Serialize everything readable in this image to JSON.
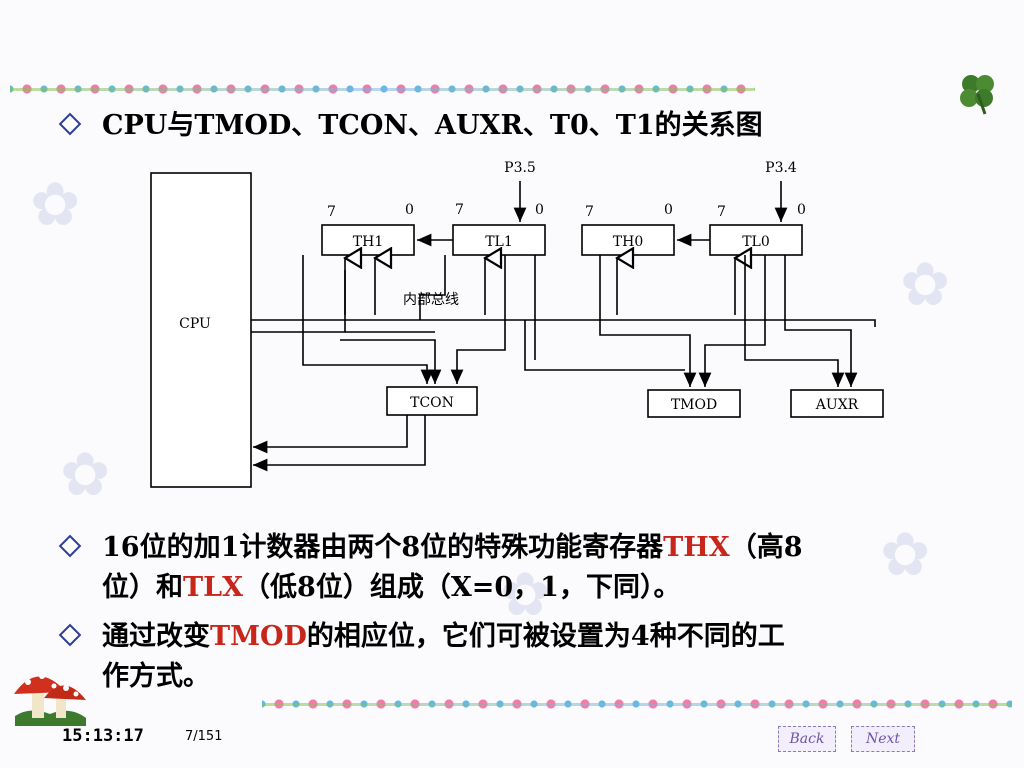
{
  "title": "CPU与TMOD、TCON、AUXR、T0、T1的关系图",
  "diagram": {
    "cpu": "CPU",
    "th1": "TH1",
    "tl1": "TL1",
    "th0": "TH0",
    "tl0": "TL0",
    "tcon": "TCON",
    "tmod": "TMOD",
    "auxr": "AUXR",
    "bus_label": "内部总线",
    "p35": "P3.5",
    "p34": "P3.4",
    "bit_hi": "7",
    "bit_lo": "0"
  },
  "para1": {
    "part1": "16位的加1计数器由两个8位的特殊功能寄存器",
    "thx": "THX",
    "part2": "（高8",
    "part3": "位）和",
    "tlx": "TLX",
    "part4": "（低8位）组成（X=0，1，下同）。"
  },
  "para2": {
    "part1": "通过改变",
    "tmod": "TMOD",
    "part2": "的相应位，它们可被设置为4种不同的工",
    "part3": "作方式。"
  },
  "footer": {
    "time": "15:13:17",
    "page": "7/151",
    "back_label": "Back",
    "next_label": "Next"
  },
  "colors": {
    "highlight": "#c8261a",
    "bullet": "#2c3e96"
  }
}
